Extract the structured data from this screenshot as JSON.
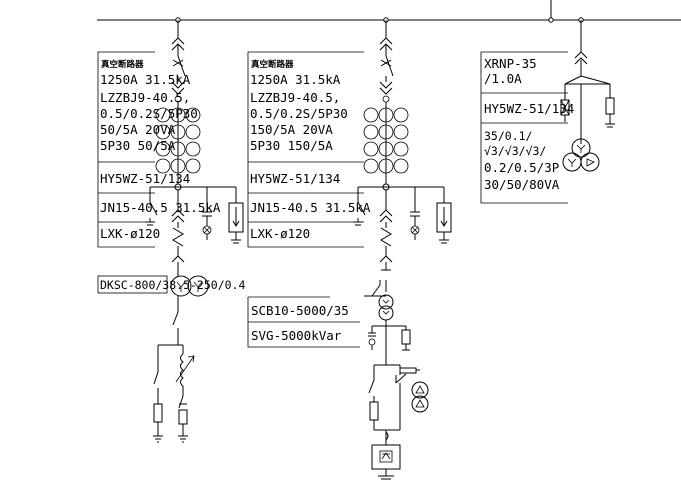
{
  "feeder1": {
    "breaker_cn": "真空断路器",
    "lines": [
      "1250A  31.5kA",
      "LZZBJ9-40.5,",
      "0.5/0.2S/5P30",
      "50/5A  20VA",
      "5P30  50/5A"
    ],
    "arrester": "HY5WZ-51/134",
    "earth_switch": "JN15-40.5  31.5kA",
    "cable": "LXK-ø120",
    "transformer": "DKSC-800/38.5-250/0.4"
  },
  "feeder2": {
    "breaker_cn": "真空断路器",
    "lines": [
      "1250A  31.5kA",
      "LZZBJ9-40.5,",
      "0.5/0.2S/5P30",
      "150/5A  20VA",
      "5P30  150/5A"
    ],
    "arrester": "HY5WZ-51/134",
    "earth_switch": "JN15-40.5  31.5kA",
    "cable": "LXK-ø120",
    "transformer": "SCB10-5000/35",
    "svg": "SVG-5000kVar"
  },
  "pt": {
    "lines": [
      "XRNP-35",
      "/1.0A",
      "HY5WZ-51/134",
      "35/0.1/",
      "√3/√3/√3/",
      "0.2/0.5/3P",
      "30/50/80VA"
    ]
  }
}
